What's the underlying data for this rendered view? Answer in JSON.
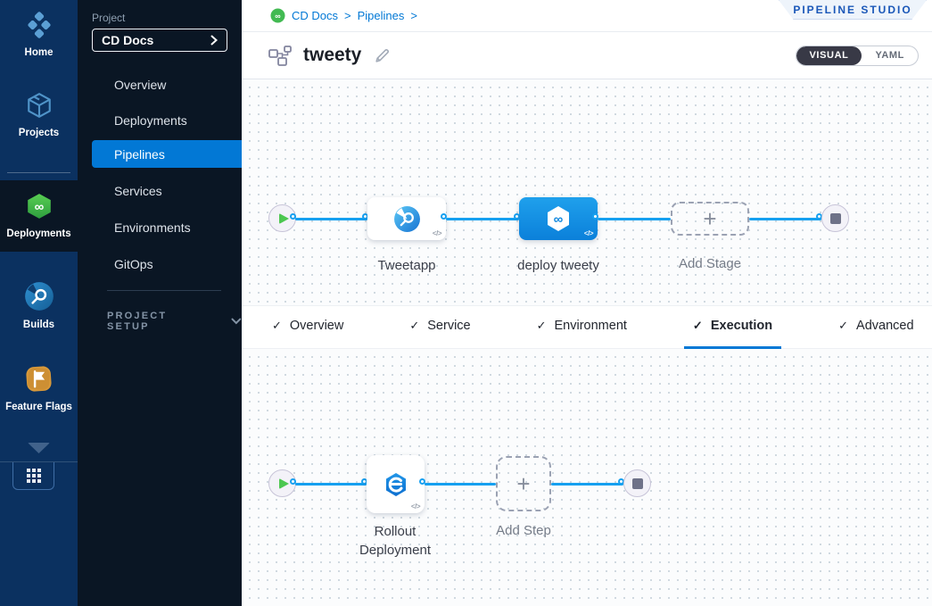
{
  "rail": {
    "items": [
      {
        "label": "Home"
      },
      {
        "label": "Projects"
      },
      {
        "label": "Deployments",
        "active": true
      },
      {
        "label": "Builds"
      },
      {
        "label": "Feature Flags"
      }
    ]
  },
  "sidebar": {
    "project_label": "Project",
    "project_value": "CD Docs",
    "nav": [
      {
        "label": "Overview"
      },
      {
        "label": "Deployments"
      },
      {
        "label": "Pipelines",
        "active": true
      },
      {
        "label": "Services"
      },
      {
        "label": "Environments"
      },
      {
        "label": "GitOps"
      }
    ],
    "section_label": "PROJECT SETUP"
  },
  "header": {
    "breadcrumb": {
      "project": "CD Docs",
      "page": "Pipelines",
      "sep": ">"
    },
    "badge": "PIPELINE STUDIO",
    "title": "tweety",
    "view_toggle": {
      "visual": "VISUAL",
      "yaml": "YAML",
      "selected": "VISUAL"
    }
  },
  "stage_canvas": {
    "stages": [
      {
        "name": "Tweetapp",
        "type": "ci-build-stage"
      },
      {
        "name": "deploy tweety",
        "type": "cd-deploy-stage",
        "selected": true
      },
      {
        "name": "Add Stage",
        "type": "add-placeholder"
      }
    ]
  },
  "tabs": {
    "active": "Execution",
    "items": [
      {
        "label": "Overview",
        "checked": true
      },
      {
        "label": "Service",
        "checked": true
      },
      {
        "label": "Environment",
        "checked": true
      },
      {
        "label": "Execution",
        "checked": true,
        "active": true
      },
      {
        "label": "Advanced",
        "checked": true
      }
    ]
  },
  "step_canvas": {
    "steps": [
      {
        "name": "Rollout Deployment",
        "type": "k8s-rollout-step"
      },
      {
        "name": "Add Step",
        "type": "add-placeholder"
      }
    ]
  },
  "glyphs": {
    "code": "</>",
    "plus": "+",
    "check": "✓",
    "infinity": "∞"
  },
  "colors": {
    "accent_blue": "#0278d5",
    "connector_blue": "#16a0f0",
    "cd_green": "#42ba52",
    "rail_navy": "#0b3160",
    "sidebar_dark": "#0a1624",
    "badge_blue": "#1a57b8",
    "selected_stage": "#0b80da"
  }
}
